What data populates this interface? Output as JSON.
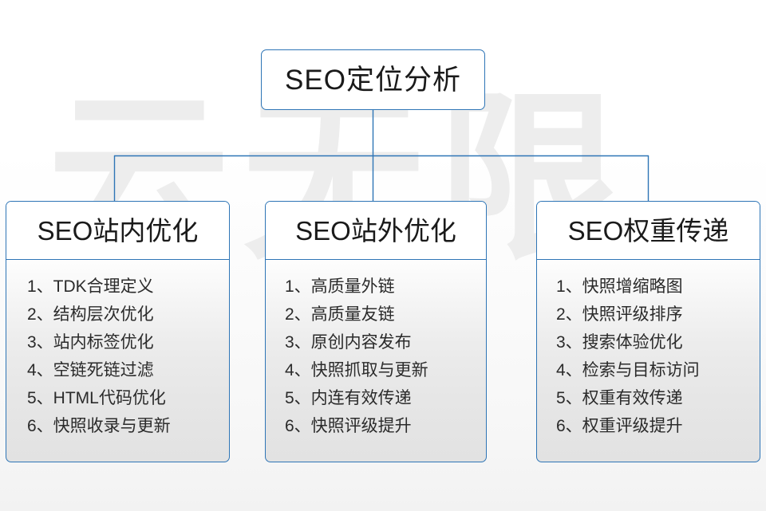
{
  "watermark": {
    "text": "云无限"
  },
  "diagram": {
    "root": {
      "title": "SEO定位分析"
    },
    "columns": [
      {
        "title": "SEO站内优化",
        "items": [
          "1、TDK合理定义",
          "2、结构层次优化",
          "3、站内标签优化",
          "4、空链死链过滤",
          "5、HTML代码优化",
          "6、快照收录与更新"
        ]
      },
      {
        "title": "SEO站外优化",
        "items": [
          "1、高质量外链",
          "2、高质量友链",
          "3、原创内容发布",
          "4、快照抓取与更新",
          "5、内连有效传递",
          "6、快照评级提升"
        ]
      },
      {
        "title": "SEO权重传递",
        "items": [
          "1、快照增缩略图",
          "2、快照评级排序",
          "3、搜索体验优化",
          "4、检索与目标访问",
          "5、权重有效传递",
          "6、权重评级提升"
        ]
      }
    ]
  },
  "colors": {
    "border_blue": "#2e75b6",
    "connector_blue": "#2e75b6",
    "text_dark": "#1a1a1a",
    "list_text": "#2b2b2b",
    "watermark_gray": "#ededed",
    "panel_gradient_top": "#ffffff",
    "panel_gradient_bottom": "#e2e2e2"
  }
}
